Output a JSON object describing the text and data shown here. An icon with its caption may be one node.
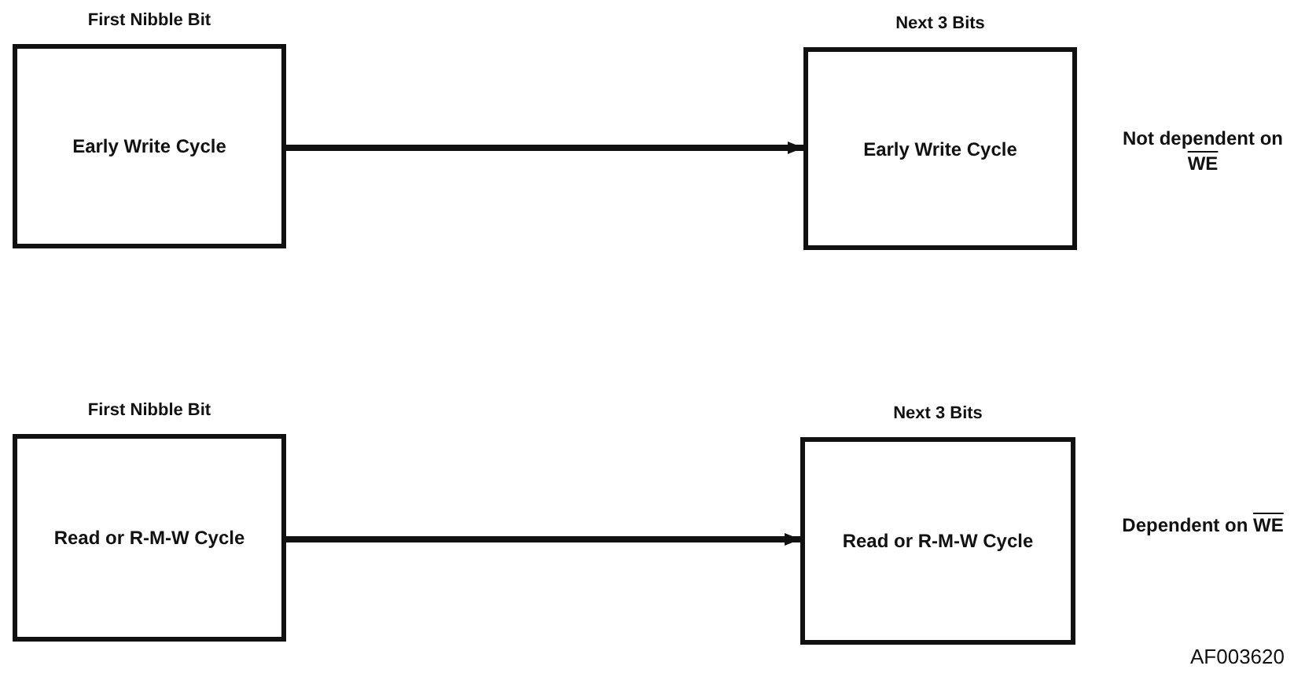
{
  "diagram": {
    "nodes": [
      {
        "text": [
          "First Nibble Bit",
          "Early Write Cycle"
        ]
      },
      {
        "text": [
          "Next 3 Bits",
          "Early Write Cycle"
        ],
        "beside": [
          "Not dependent on WE"
        ]
      },
      {
        "text": [
          "First Nibble Bit",
          "Read or R-M-W Cycle"
        ]
      },
      {
        "text": [
          "Next 3 Bits",
          "Read or R-M-W Cycle"
        ],
        "beside": [
          "Dependent on WE"
        ]
      }
    ],
    "edges": [
      {
        "from": 0,
        "to": 1,
        "arrow": "to"
      },
      {
        "from": 2,
        "to": 3,
        "arrow": "to"
      }
    ],
    "labels": [
      "AF003620"
    ]
  }
}
